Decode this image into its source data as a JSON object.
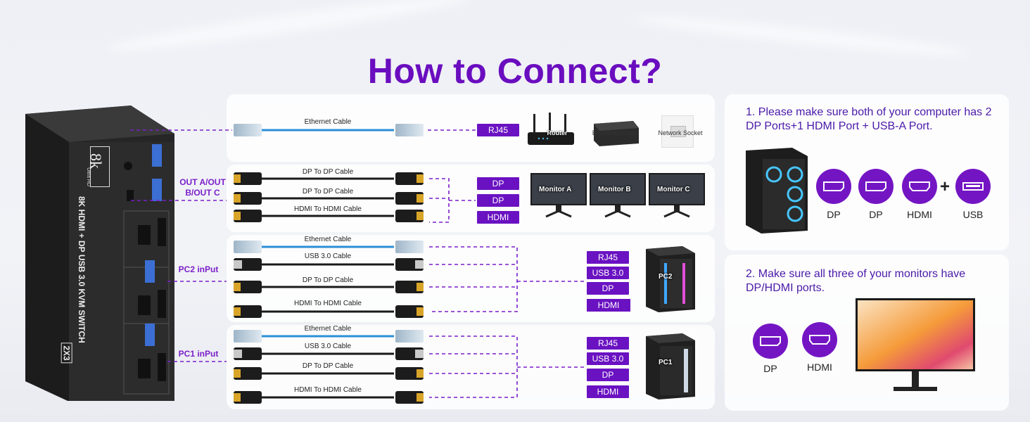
{
  "title": "How to Connect?",
  "device": {
    "brand_big": "8k",
    "brand_small": "Ultra HD",
    "model_text": "8K HDMI + DP USB 3.0 KVM SWITCH",
    "badge": "2X3"
  },
  "side_labels": {
    "out": "OUT A/OUT B/OUT C",
    "pc2": "PC2 inPut",
    "pc1": "PC1 inPut"
  },
  "network_row": {
    "cable": "Ethernet Cable",
    "tag": "RJ45",
    "devices": [
      "Router",
      "Broadband Cat",
      "Network Socket"
    ]
  },
  "monitor_row": {
    "cables": [
      "DP To DP Cable",
      "DP To DP Cable",
      "HDMI To HDMI Cable"
    ],
    "tags": [
      "DP",
      "DP",
      "HDMI"
    ],
    "monitors": [
      "Monitor A",
      "Monitor B",
      "Monitor C"
    ]
  },
  "pc2_row": {
    "cables": [
      "Ethernet Cable",
      "USB 3.0 Cable",
      "DP To DP Cable",
      "HDMI To HDMI Cable"
    ],
    "tags": [
      "RJ45",
      "USB 3.0",
      "DP",
      "HDMI"
    ],
    "pc_label": "PC2"
  },
  "pc1_row": {
    "cables": [
      "Ethernet Cable",
      "USB 3.0 Cable",
      "DP To DP Cable",
      "HDMI To HDMI Cable"
    ],
    "tags": [
      "RJ45",
      "USB 3.0",
      "DP",
      "HDMI"
    ],
    "pc_label": "PC1"
  },
  "info1": {
    "text": "1. Please make sure both of your computer has 2 DP Ports+1 HDMI Port + USB-A Port.",
    "ports": [
      "DP",
      "DP",
      "HDMI",
      "USB"
    ],
    "plus": "+"
  },
  "info2": {
    "text": "2. Make sure all three of your monitors have DP/HDMI ports.",
    "ports": [
      "DP",
      "HDMI"
    ]
  },
  "colors": {
    "accent": "#6a12c2",
    "title": "#6a0dbf",
    "ethernet": "#2a8fd6",
    "cable_black": "#1a1a1a",
    "connector_gold": "#d9a528"
  }
}
